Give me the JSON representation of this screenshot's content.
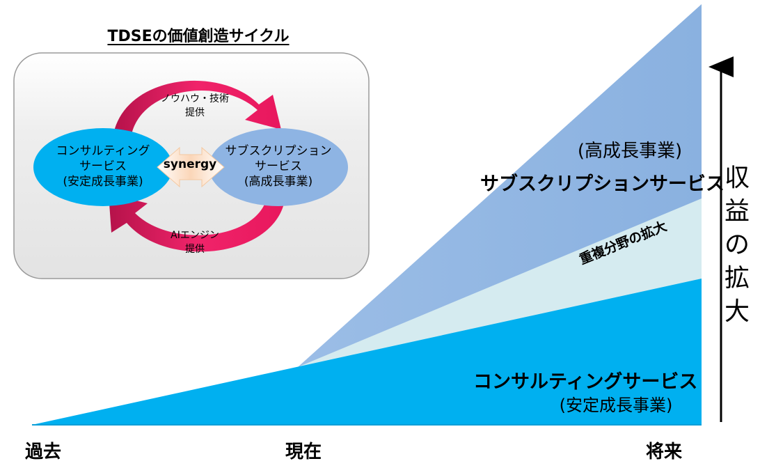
{
  "inset": {
    "title": "TDSEの価値創造サイクル",
    "consulting": {
      "line1": "コンサルティング",
      "line2": "サービス",
      "line3": "(安定成長事業)"
    },
    "subscription": {
      "line1": "サブスクリプション",
      "line2": "サービス",
      "line3": "(高成長事業)"
    },
    "top_arrow": {
      "line1": "ノウハウ・技術",
      "line2": "提供"
    },
    "bottom_arrow": {
      "line1": "AIエンジン",
      "line2": "提供"
    },
    "synergy": "synergy"
  },
  "areas": {
    "subscription_sub": "(高成長事業)",
    "subscription_main": "サブスクリプションサービス",
    "overlap": "重複分野の拡大",
    "consulting_main": "コンサルティングサービス",
    "consulting_sub": "(安定成長事業)"
  },
  "timeline": {
    "past": "過去",
    "present": "現在",
    "future": "将来"
  },
  "growth_label": [
    "収",
    "益",
    "の",
    "拡",
    "大"
  ],
  "colors": {
    "consulting": "#00b0f0",
    "subscription": "#8eb4e3",
    "overlap": "#d5ebf0",
    "cycle_arrow": "#e8175d"
  }
}
